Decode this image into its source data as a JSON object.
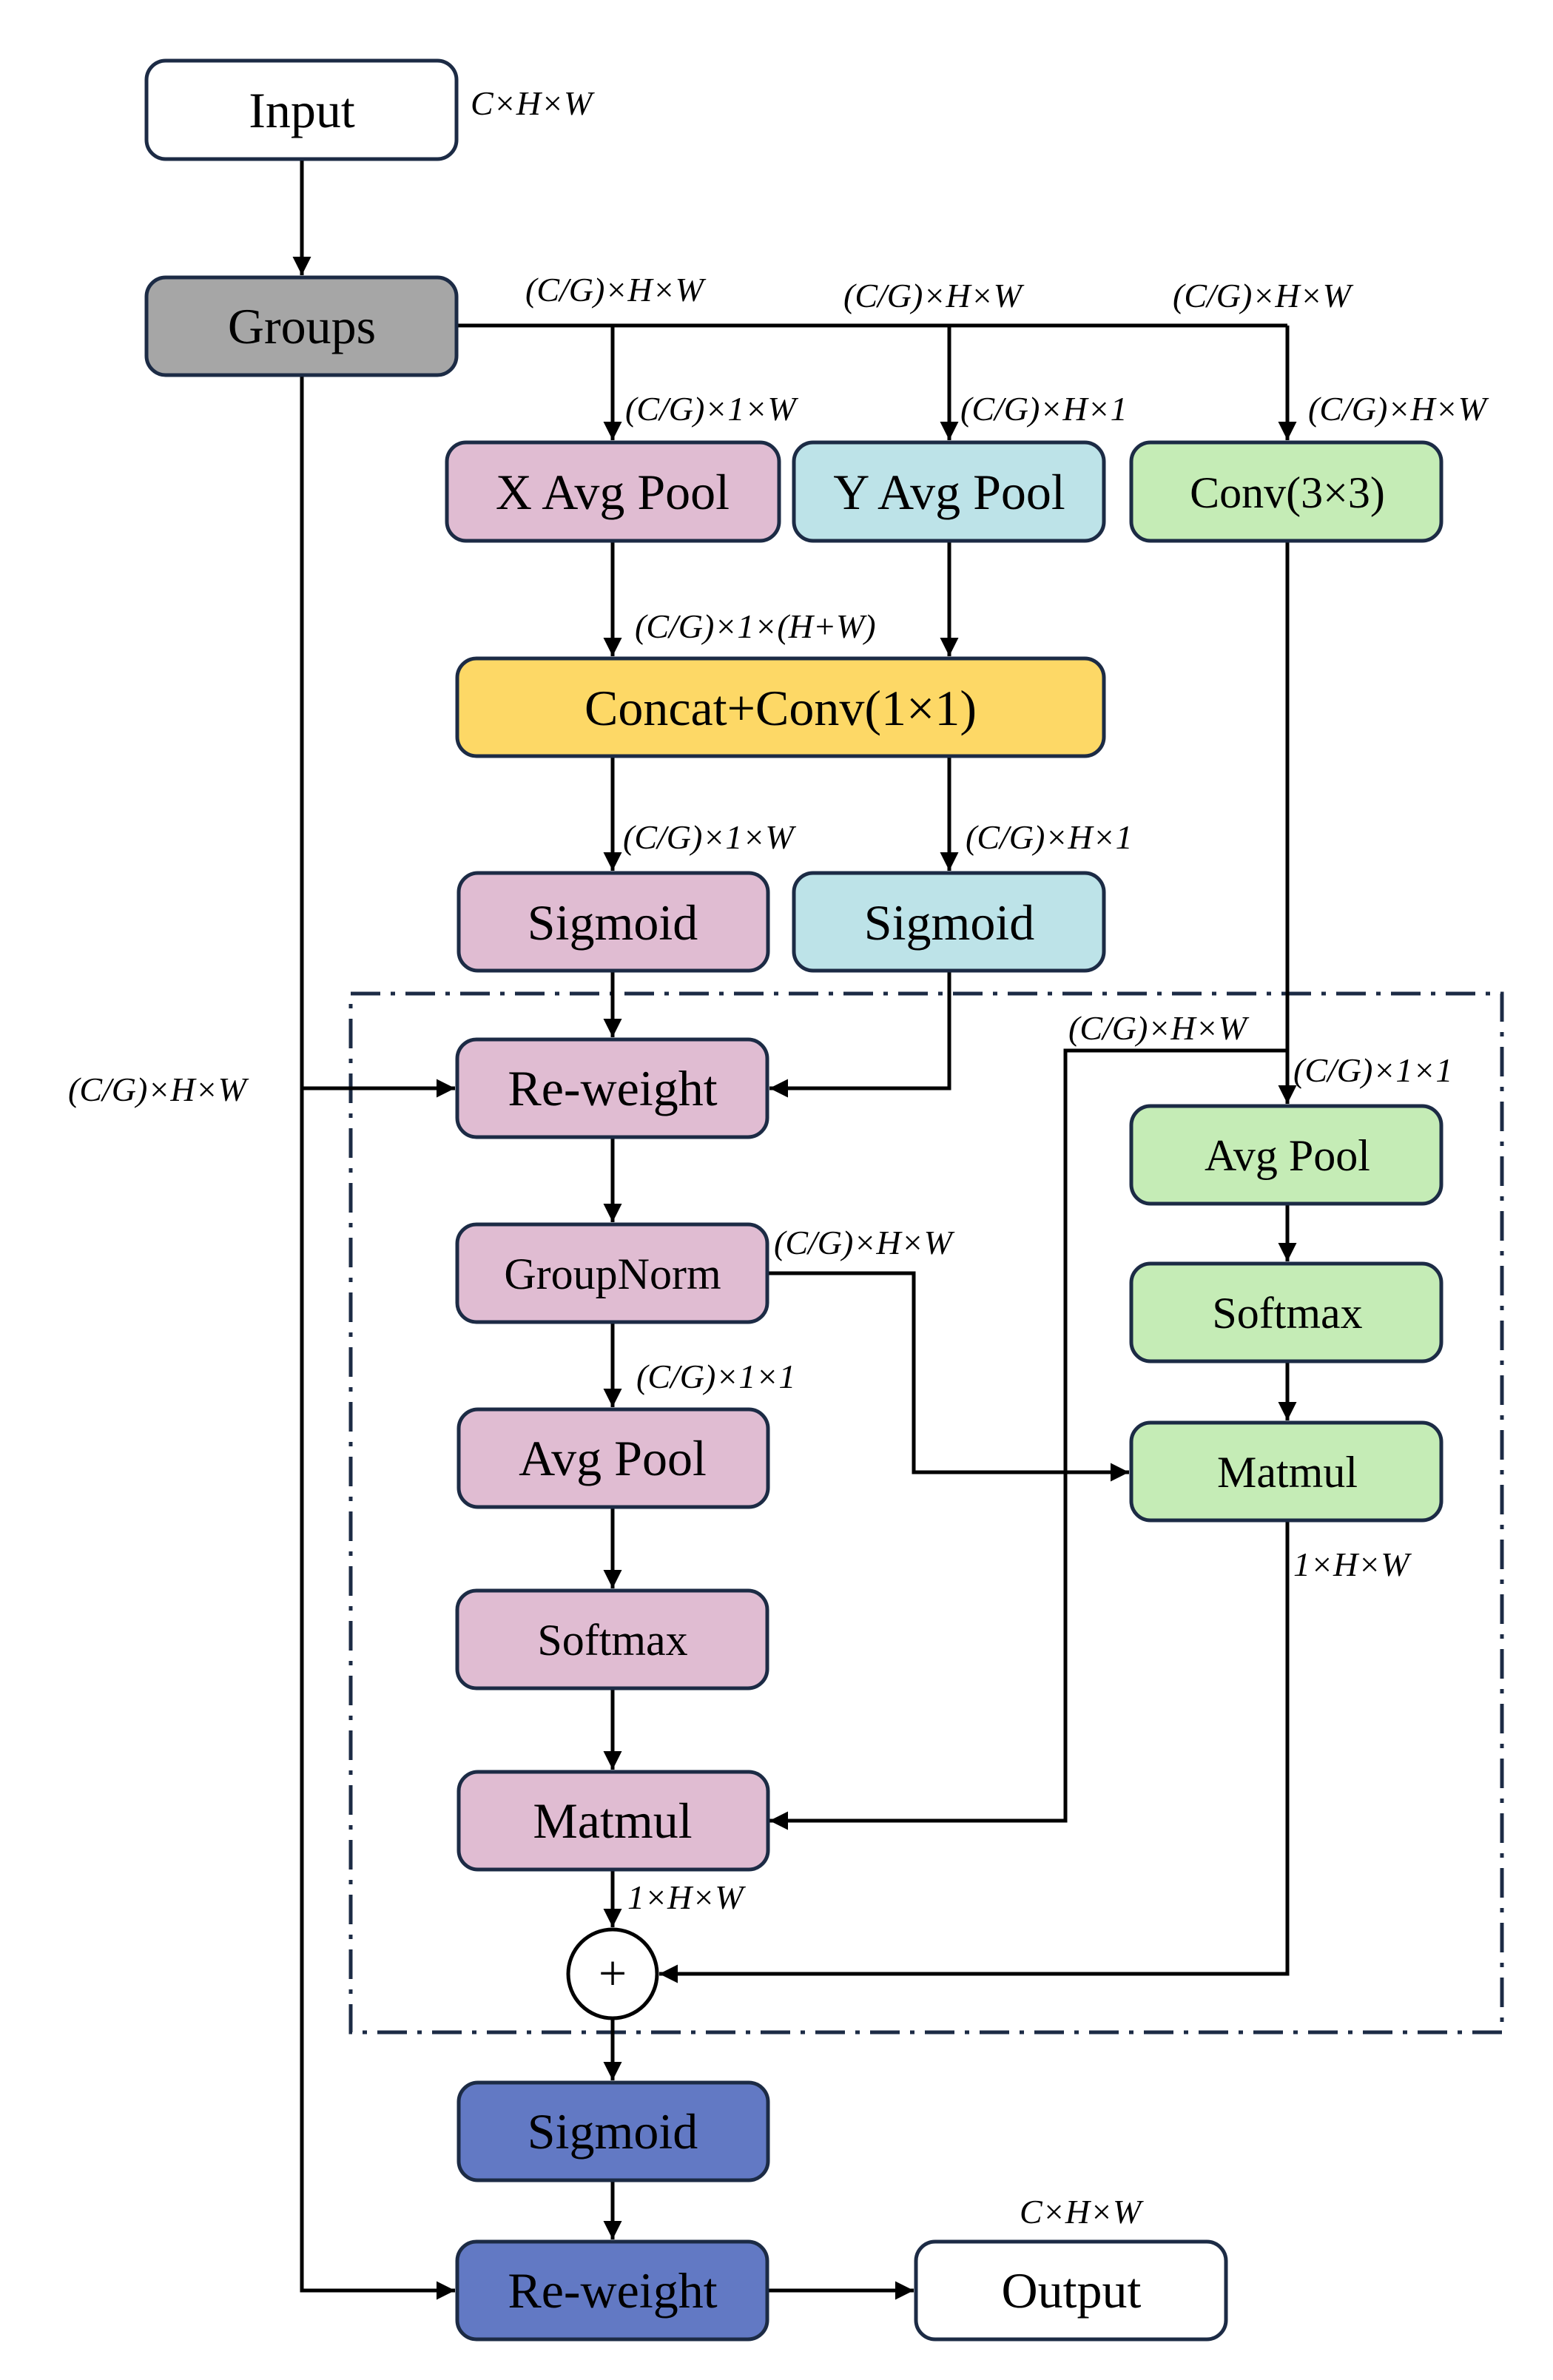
{
  "colors": {
    "white": "#ffffff",
    "gray": "#a6a6a6",
    "pink": "#e0bcd2",
    "cyan": "#bde3e8",
    "green": "#c5ecb6",
    "yellow": "#fdd866",
    "blue": "#6279c4",
    "border": "#1c2b45"
  },
  "nodes": {
    "input": "Input",
    "groups": "Groups",
    "x_avg_pool": "X Avg Pool",
    "y_avg_pool": "Y Avg Pool",
    "conv3x3": "Conv(3×3)",
    "concat_conv": "Concat+Conv(1×1)",
    "sigmoid_x": "Sigmoid",
    "sigmoid_y": "Sigmoid",
    "reweight_inner": "Re-weight",
    "groupnorm": "GroupNorm",
    "avg_pool_left": "Avg Pool",
    "softmax_left": "Softmax",
    "matmul_left": "Matmul",
    "avg_pool_right": "Avg Pool",
    "softmax_right": "Softmax",
    "matmul_right": "Matmul",
    "plus": "+",
    "sigmoid_final": "Sigmoid",
    "reweight_final": "Re-weight",
    "output": "Output"
  },
  "dims": {
    "input": "C×H×W",
    "groups_out_1": "(C/G)×H×W",
    "groups_out_2": "(C/G)×H×W",
    "groups_out_3": "(C/G)×H×W",
    "x_pool_in": "(C/G)×1×W",
    "y_pool_in": "(C/G)×H×1",
    "conv_in": "(C/G)×H×W",
    "concat_in": "(C/G)×1×(H+W)",
    "concat_out_x": "(C/G)×1×W",
    "concat_out_y": "(C/G)×H×1",
    "skip": "(C/G)×H×W",
    "conv_branch": "(C/G)×H×W",
    "right_pool_in": "(C/G)×1×1",
    "groupnorm_out": "(C/G)×H×W",
    "left_pool_in": "(C/G)×1×1",
    "right_matmul_out": "1×H×W",
    "left_matmul_out": "1×H×W",
    "output": "C×H×W"
  }
}
